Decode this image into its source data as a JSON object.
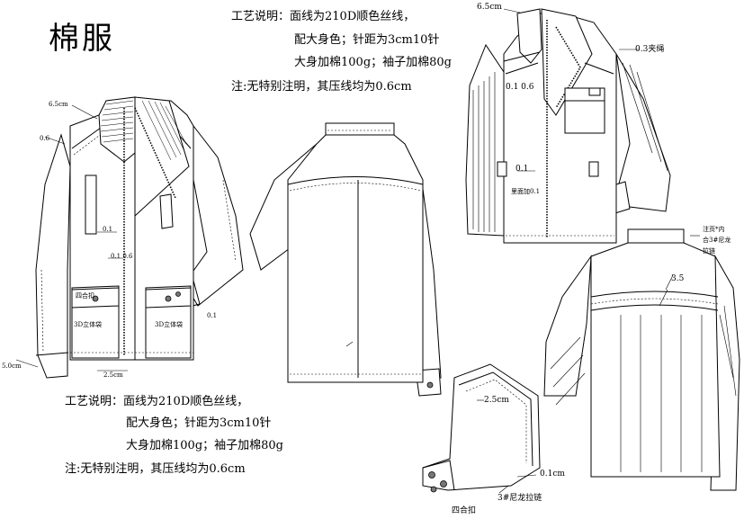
{
  "title": "棉服",
  "notes_top": {
    "line1": "工艺说明：面线为210D顺色丝线，",
    "line2": "配大身色；针距为3cm10针",
    "line3": "大身加棉100g；袖子加棉80g",
    "line4": "注:无特别注明，其压线均为0.6cm"
  },
  "notes_bottom": {
    "line1": "工艺说明：面线为210D顺色丝线，",
    "line2": "配大身色；针距为3cm10针",
    "line3": "大身加棉100g；袖子加棉80g",
    "line4": "注:无特别注明，其压线均为0.6cm"
  },
  "labels": {
    "front_collar": "6.5cm",
    "front_yoke": "0.6",
    "front_zip": "0.1",
    "front_center": "0.1 0.6",
    "front_pocket_flap": "四合扣",
    "front_pocket_left": "3D立体袋",
    "front_pocket_right": "3D立体袋",
    "front_cuff_side": "0.1",
    "front_hem_left": "5.0cm",
    "front_hem_width": "2.5cm",
    "inner_collar": "6.5cm",
    "inner_cord": "0.3夹绳",
    "inner_zip": "0.1 0.6",
    "inner_side": "0.1",
    "inner_inside": "里面加0.1",
    "back_note_1": "注页*内",
    "back_note_2": "合3#尼龙",
    "back_note_3": "拉链",
    "back_yoke": "3.5",
    "cuff_width": "2.5cm",
    "cuff_edge": "0.1cm",
    "cuff_snap": "四合扣",
    "cuff_zip": "3#尼龙拉链"
  }
}
